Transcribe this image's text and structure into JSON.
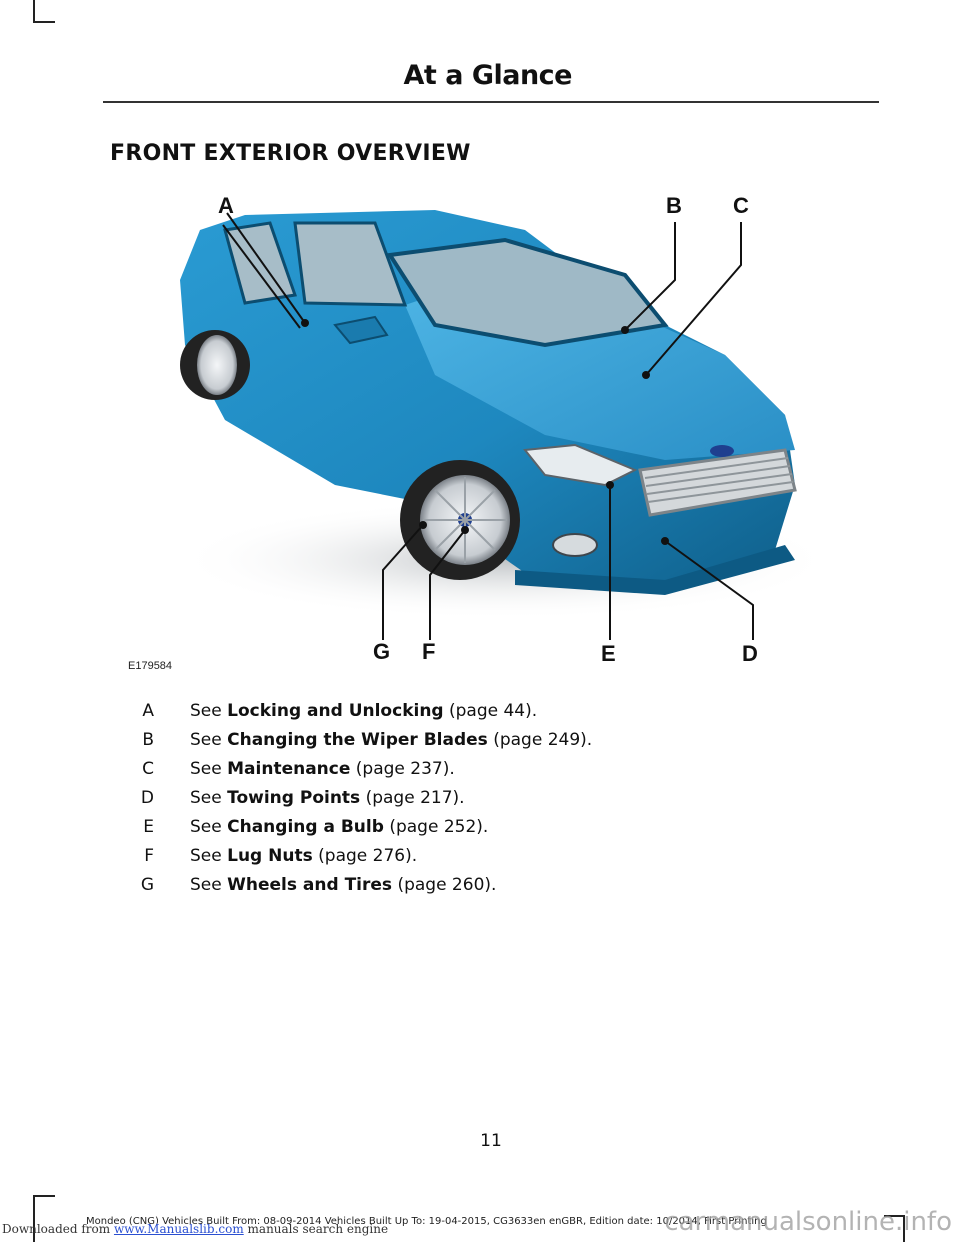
{
  "header": {
    "title": "At a Glance"
  },
  "section": {
    "title": "FRONT EXTERIOR OVERVIEW"
  },
  "figure": {
    "id": "E179584",
    "callouts": [
      "A",
      "B",
      "C",
      "D",
      "E",
      "F",
      "G"
    ],
    "colors": {
      "car_body": "#1e88bf",
      "car_body_dark": "#0f5f8a",
      "glass": "#9fb9c6",
      "leader": "#111111"
    }
  },
  "references": [
    {
      "letter": "A",
      "prefix": "See",
      "title": "Locking and Unlocking",
      "page": "(page 44)."
    },
    {
      "letter": "B",
      "prefix": "See",
      "title": "Changing the Wiper Blades",
      "page": "(page 249)."
    },
    {
      "letter": "C",
      "prefix": "See",
      "title": "Maintenance",
      "page": "(page 237)."
    },
    {
      "letter": "D",
      "prefix": "See",
      "title": "Towing Points",
      "page": "(page 217)."
    },
    {
      "letter": "E",
      "prefix": "See",
      "title": "Changing a Bulb",
      "page": "(page 252)."
    },
    {
      "letter": "F",
      "prefix": "See",
      "title": "Lug Nuts",
      "page": "(page 276)."
    },
    {
      "letter": "G",
      "prefix": "See",
      "title": "Wheels and Tires",
      "page": "(page 260)."
    }
  ],
  "page_number": "11",
  "footer": {
    "edition": "Mondeo (CNG) Vehicles Built From: 08-09-2014 Vehicles Built Up To: 19-04-2015, CG3633en enGBR, Edition date: 10/2014, First Printing",
    "downloaded_prefix": "Downloaded from",
    "downloaded_link": "www.Manualslib.com",
    "downloaded_suffix": "manuals search engine",
    "watermark": "carmanualsonline.info"
  }
}
